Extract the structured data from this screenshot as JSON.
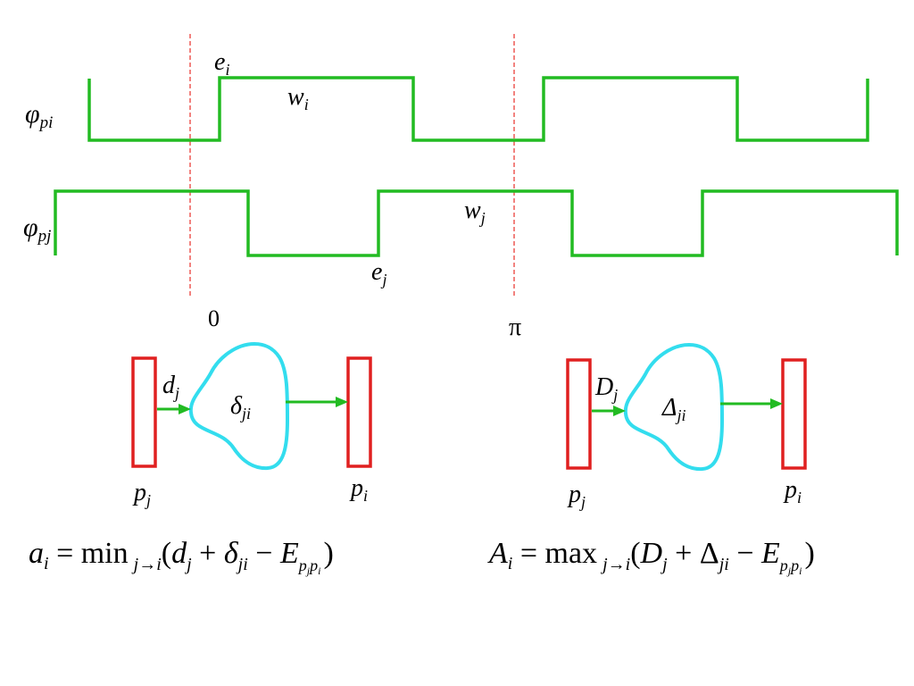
{
  "colors": {
    "waveform": "#22bb22",
    "marker": "#e8302a",
    "pipe": "#e02020",
    "blob": "#33ddee",
    "arrow": "#22bb22",
    "text": "#000000"
  },
  "waveforms": {
    "phi_pi": {
      "symbol": "φ",
      "sub": "pi"
    },
    "phi_pj": {
      "symbol": "φ",
      "sub": "pj"
    }
  },
  "edge_labels": {
    "e_i": {
      "base": "e",
      "sub": "i"
    },
    "w_i": {
      "base": "w",
      "sub": "i"
    },
    "w_j": {
      "base": "w",
      "sub": "j"
    },
    "e_j": {
      "base": "e",
      "sub": "j"
    }
  },
  "axis": {
    "zero_label": "0",
    "pi_label": "π"
  },
  "left_block": {
    "source_label": {
      "base": "p",
      "sub": "j"
    },
    "sink_label": {
      "base": "p",
      "sub": "i"
    },
    "arrow_label": {
      "base": "d",
      "sub": "j"
    },
    "blob_label": {
      "base": "δ",
      "sub": "ji"
    }
  },
  "right_block": {
    "source_label": {
      "base": "p",
      "sub": "j"
    },
    "sink_label": {
      "base": "p",
      "sub": "i"
    },
    "arrow_label": {
      "base": "D",
      "sub": "j"
    },
    "blob_label": {
      "base": "Δ",
      "sub": "ji"
    }
  },
  "formulas": {
    "min": {
      "lhs": "a",
      "lhs_sub": "i",
      "eq": " = min",
      "op_sub": "j→i",
      "open": "(",
      "t1": "d",
      "t1_sub": "j",
      "plus": " + ",
      "t2": "δ",
      "t2_sub": "ji",
      "minus": " − ",
      "t3": "E",
      "t3_sub1": "p",
      "t3_subsub1": "j",
      "t3_sub2": "p",
      "t3_subsub2": "i",
      "close": ")"
    },
    "max": {
      "lhs": "A",
      "lhs_sub": "i",
      "eq": " = max",
      "op_sub": "j→i",
      "open": "(",
      "t1": "D",
      "t1_sub": "j",
      "plus": " + ",
      "t2": "Δ",
      "t2_sub": "ji",
      "minus": " − ",
      "t3": "E",
      "t3_sub1": "p",
      "t3_subsub1": "j",
      "t3_sub2": "p",
      "t3_subsub2": "i",
      "close": ")"
    }
  }
}
